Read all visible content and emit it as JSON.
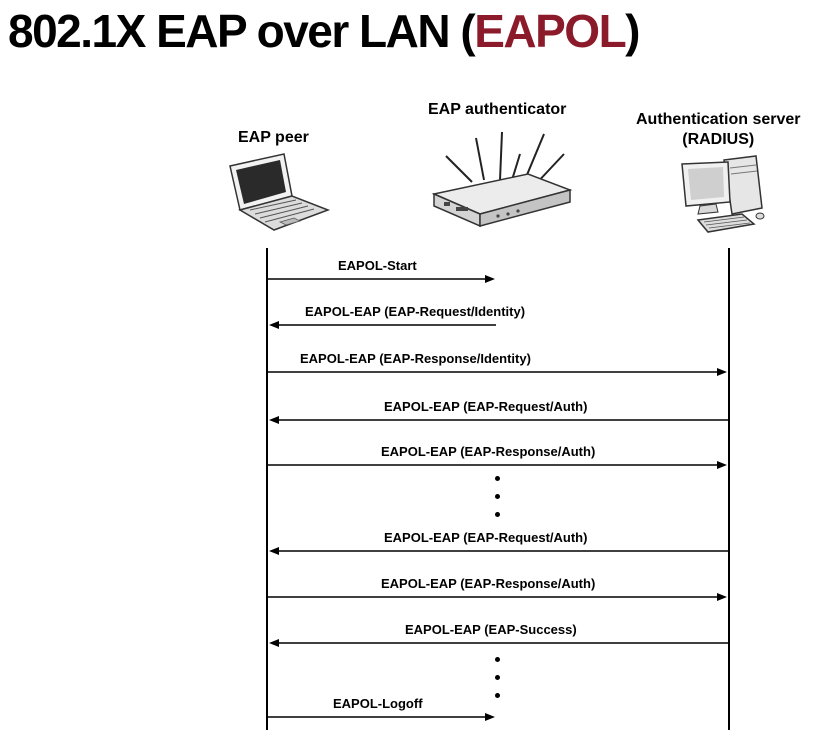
{
  "title": {
    "prefix": "802.1X EAP over LAN (",
    "accent": "EAPOL",
    "suffix": ")",
    "accent_color": "#8b1a2a"
  },
  "actors": {
    "peer": {
      "label": "EAP peer",
      "icon": "laptop-icon"
    },
    "authenticator": {
      "label": "EAP authenticator",
      "icon": "wireless-router-icon"
    },
    "server": {
      "label_line1": "Authentication server",
      "label_line2": "(RADIUS)",
      "icon": "desktop-computer-icon"
    }
  },
  "messages": [
    {
      "label": "EAPOL-Start",
      "from": "peer",
      "to": "authenticator"
    },
    {
      "label": "EAPOL-EAP (EAP-Request/Identity)",
      "from": "authenticator",
      "to": "peer"
    },
    {
      "label": "EAPOL-EAP (EAP-Response/Identity)",
      "from": "peer",
      "to": "server"
    },
    {
      "label": "EAPOL-EAP (EAP-Request/Auth)",
      "from": "server",
      "to": "peer"
    },
    {
      "label": "EAPOL-EAP (EAP-Response/Auth)",
      "from": "peer",
      "to": "server"
    },
    {
      "label": "EAPOL-EAP (EAP-Request/Auth)",
      "from": "server",
      "to": "peer"
    },
    {
      "label": "EAPOL-EAP (EAP-Response/Auth)",
      "from": "peer",
      "to": "server"
    },
    {
      "label": "EAPOL-EAP (EAP-Success)",
      "from": "server",
      "to": "peer"
    },
    {
      "label": "EAPOL-Logoff",
      "from": "peer",
      "to": "authenticator"
    }
  ]
}
